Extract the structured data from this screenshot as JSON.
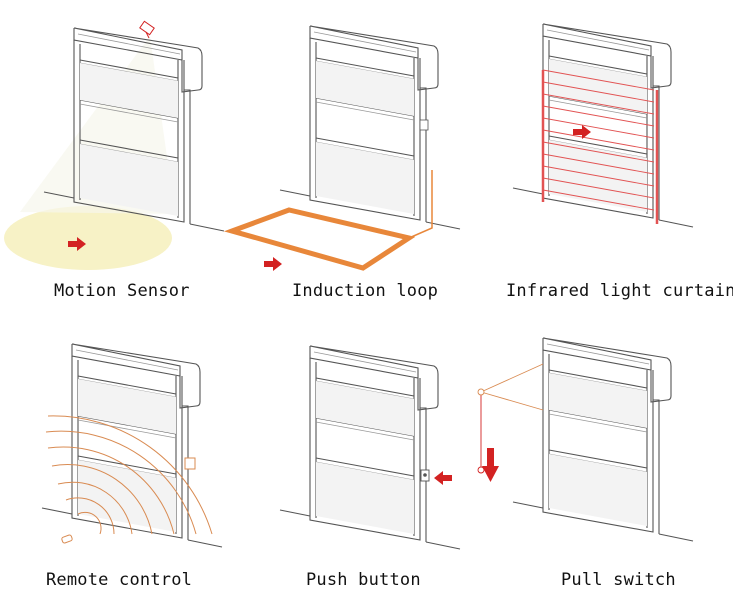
{
  "panels": [
    {
      "id": "motion-sensor",
      "label": "Motion Sensor"
    },
    {
      "id": "induction-loop",
      "label": "Induction loop"
    },
    {
      "id": "infrared-light-curtain",
      "label": "Infrared light curtain"
    },
    {
      "id": "remote-control",
      "label": "Remote control"
    },
    {
      "id": "push-button",
      "label": "Push button"
    },
    {
      "id": "pull-switch",
      "label": "Pull switch"
    }
  ],
  "colors": {
    "accent_red": "#d32222",
    "loop_orange": "#e8873a",
    "sensor_yellow": "#f7f2c6",
    "wave_orange": "#d98b52",
    "curtain_red": "#e25353",
    "outline": "#555555"
  },
  "icons": [
    "direction-arrow-icon",
    "motion-sensor-icon",
    "remote-control-icon",
    "push-button-icon",
    "pull-cord-icon"
  ]
}
